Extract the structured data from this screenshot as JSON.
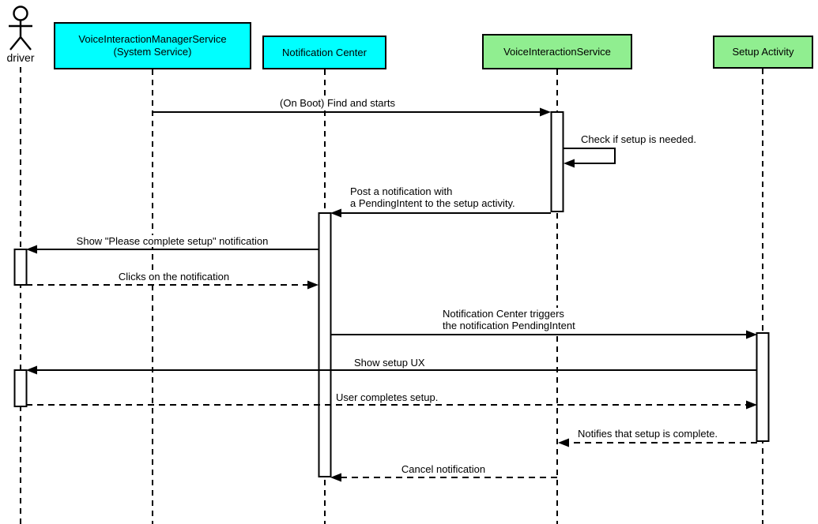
{
  "diagram": {
    "type": "uml-sequence",
    "background": "#ffffff",
    "colors": {
      "system_service_fill": "#00ffff",
      "external_component_fill": "#90ee90",
      "stroke": "#000000",
      "label_background": "#ffffff"
    },
    "participants": [
      {
        "id": "driver",
        "kind": "actor",
        "label": "driver"
      },
      {
        "id": "voice-interaction-manager-service",
        "kind": "box",
        "fill": "#00ffff",
        "label": "VoiceInteractionManagerService\n(System Service)"
      },
      {
        "id": "notification-center",
        "kind": "box",
        "fill": "#00ffff",
        "label": "Notification Center"
      },
      {
        "id": "voice-interaction-service",
        "kind": "box",
        "fill": "#90ee90",
        "label": "VoiceInteractionService"
      },
      {
        "id": "setup-activity",
        "kind": "box",
        "fill": "#90ee90",
        "label": "Setup Activity"
      }
    ],
    "messages": [
      {
        "n": 1,
        "from": "voice-interaction-manager-service",
        "to": "voice-interaction-service",
        "style": "solid",
        "label": "(On Boot) Find and starts"
      },
      {
        "n": 2,
        "from": "voice-interaction-service",
        "to": "voice-interaction-service",
        "style": "solid",
        "label": "Check if setup is needed."
      },
      {
        "n": 3,
        "from": "voice-interaction-service",
        "to": "notification-center",
        "style": "solid",
        "label": "Post a notification with\na PendingIntent to the setup activity."
      },
      {
        "n": 4,
        "from": "notification-center",
        "to": "driver",
        "style": "solid",
        "label": "Show \"Please complete setup\" notification"
      },
      {
        "n": 5,
        "from": "driver",
        "to": "notification-center",
        "style": "dashed",
        "label": "Clicks on the notification"
      },
      {
        "n": 6,
        "from": "notification-center",
        "to": "setup-activity",
        "style": "solid",
        "label": "Notification Center triggers\nthe notification PendingIntent"
      },
      {
        "n": 7,
        "from": "setup-activity",
        "to": "driver",
        "style": "solid",
        "label": "Show setup UX"
      },
      {
        "n": 8,
        "from": "driver",
        "to": "setup-activity",
        "style": "dashed",
        "label": "User completes setup."
      },
      {
        "n": 9,
        "from": "setup-activity",
        "to": "voice-interaction-service",
        "style": "dashed",
        "label": "Notifies that setup is complete."
      },
      {
        "n": 10,
        "from": "voice-interaction-service",
        "to": "notification-center",
        "style": "dashed",
        "label": "Cancel notification"
      }
    ]
  }
}
